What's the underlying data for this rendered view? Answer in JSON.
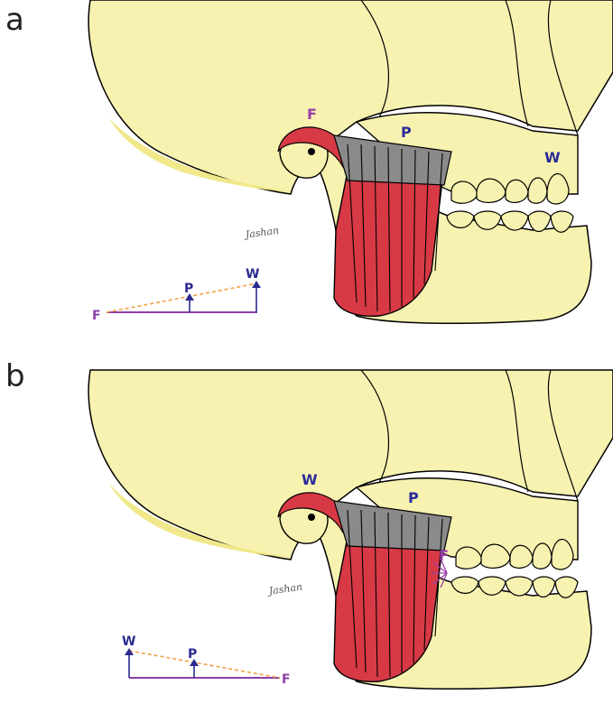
{
  "panels": [
    {
      "letter": "a",
      "skull_labels": {
        "first": "F",
        "second": "P",
        "third": "W"
      },
      "lever_labels": {
        "first": "F",
        "second": "P",
        "third": "W"
      },
      "signature": "Jashan"
    },
    {
      "letter": "b",
      "skull_labels": {
        "first": "W",
        "second": "P",
        "third": "F"
      },
      "lever_labels": {
        "first": "W",
        "second": "P",
        "third": "F"
      },
      "signature": "Jashan"
    }
  ],
  "colors": {
    "bone": "#f7f2b0",
    "bone_shade": "#f0e88a",
    "muscle_red": "#d83a45",
    "tendon_gray": "#8a8a8a",
    "label_purple": "#9b3ea8",
    "label_blue": "#2a2a9a",
    "arrow_navy": "#2b2b8f",
    "lever_purple": "#8c3fa6",
    "lever_dashed": "#f0a040"
  }
}
